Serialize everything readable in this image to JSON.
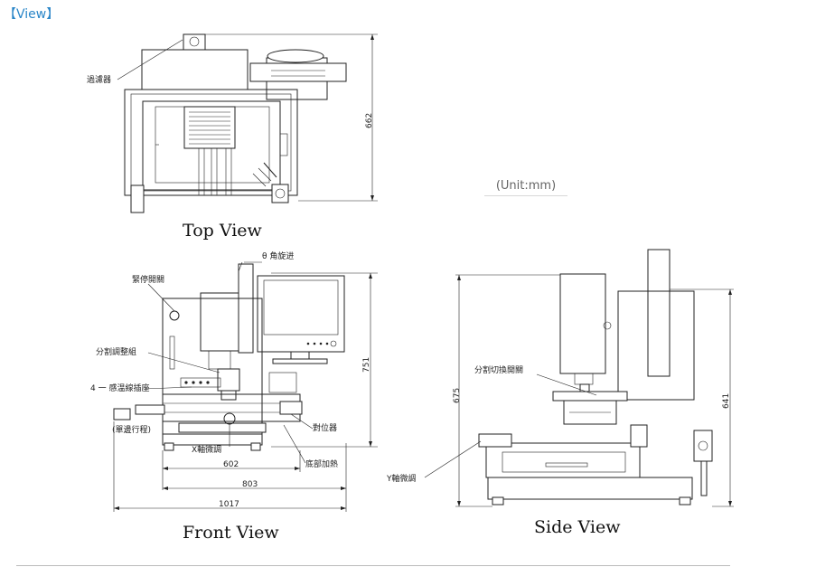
{
  "header": {
    "title": "【View】"
  },
  "unit_note": "(Unit:mm)",
  "views": {
    "top": {
      "caption": "Top View",
      "dimension": "662",
      "labels": {
        "filter": "過濾器"
      }
    },
    "front": {
      "caption": "Front View",
      "dimensions": {
        "height": "751",
        "width_inner": "602",
        "width_middle": "803",
        "width_total": "1017"
      },
      "labels": {
        "theta_rotation": "θ 角旋进",
        "emergency_stop": "緊停開關",
        "split_heater": "分割調整組",
        "sensor_socket": "4 一 感温線插座",
        "micro_adjust": "(單邊行程)",
        "x_axis": "X軸微調",
        "alignment": "對位器",
        "bottom_heating": "底部加熱"
      }
    },
    "side": {
      "caption": "Side View",
      "dimensions": {
        "height_total": "675",
        "height_body": "641"
      },
      "labels": {
        "split_switch": "分割切換開關",
        "y_axis": "Y軸微調"
      }
    }
  }
}
